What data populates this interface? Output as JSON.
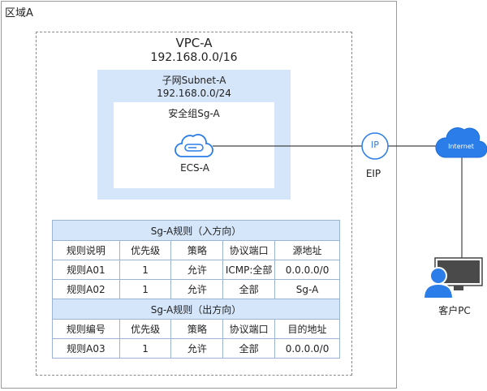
{
  "region": {
    "label": "区域A"
  },
  "vpc": {
    "name": "VPC-A",
    "cidr": "192.168.0.0/16"
  },
  "subnet": {
    "name": "子网Subnet-A",
    "cidr": "192.168.0.0/24"
  },
  "security_group": {
    "name": "安全组Sg-A"
  },
  "ecs": {
    "label": "ECS-A"
  },
  "eip": {
    "label": "EIP",
    "icon_text": "IP"
  },
  "internet": {
    "label": "Internet"
  },
  "client": {
    "label": "客户PC"
  },
  "colors": {
    "accent": "#2b7de9",
    "panel": "#d6e6fa",
    "border": "#9bb4d6"
  },
  "inbound": {
    "title": "Sg-A规则（入方向）",
    "headers": [
      "规则说明",
      "优先级",
      "策略",
      "协议端口",
      "源地址"
    ],
    "rows": [
      [
        "规则A01",
        "1",
        "允许",
        "ICMP:全部",
        "0.0.0.0/0"
      ],
      [
        "规则A02",
        "1",
        "允许",
        "全部",
        "Sg-A"
      ]
    ]
  },
  "outbound": {
    "title": "Sg-A规则（出方向）",
    "headers": [
      "规则编号",
      "优先级",
      "策略",
      "协议端口",
      "目的地址"
    ],
    "rows": [
      [
        "规则A03",
        "1",
        "允许",
        "全部",
        "0.0.0.0/0"
      ]
    ]
  }
}
